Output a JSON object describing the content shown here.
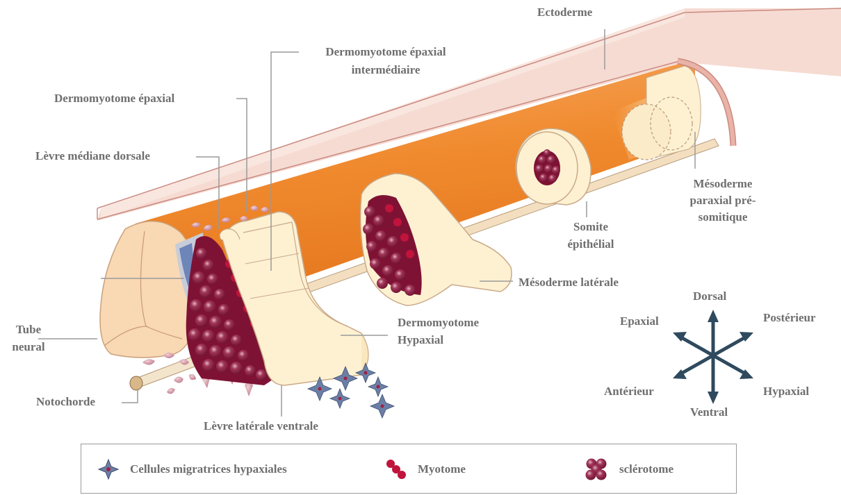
{
  "labels": {
    "ectoderme": "Ectoderme",
    "dermo_epaxial_inter_1": "Dermomyotome épaxial",
    "dermo_epaxial_inter_2": "intermédiaire",
    "dermo_epaxial": "Dermomyotome épaxial",
    "levre_mediane": "Lèvre médiane dorsale",
    "mesoderme_paraxial_1": "Mésoderme",
    "mesoderme_paraxial_2": "paraxial pré-",
    "mesoderme_paraxial_3": "somitique",
    "somite_1": "Somite",
    "somite_2": "épithélial",
    "mesoderme_lateral": "Mésoderme latérale",
    "tube_neural_1": "Tube",
    "tube_neural_2": "neural",
    "dermo_hypaxial_1": "Dermomyotome",
    "dermo_hypaxial_2": "Hypaxial",
    "notochorde": "Notochorde",
    "levre_laterale": "Lèvre latérale ventrale"
  },
  "orientation": {
    "dorsal": "Dorsal",
    "ventral": "Ventral",
    "epaxial": "Epaxial",
    "posterieur": "Postérieur",
    "anterieur": "Antérieur",
    "hypaxial": "Hypaxial"
  },
  "legend": [
    {
      "icon": "star-cell-icon",
      "label": "Cellules migratrices  hypaxiales"
    },
    {
      "icon": "myotome-dots-icon",
      "label": "Myotome"
    },
    {
      "icon": "sclerotome-cluster-icon",
      "label": "sclérotome"
    }
  ],
  "colors": {
    "orange": "#f0892e",
    "cream": "#fdf2d6",
    "pink": "#f2d0c8",
    "myotome": "#8c1a3b",
    "blue": "#6d85b8",
    "label": "#6e6e6e"
  }
}
